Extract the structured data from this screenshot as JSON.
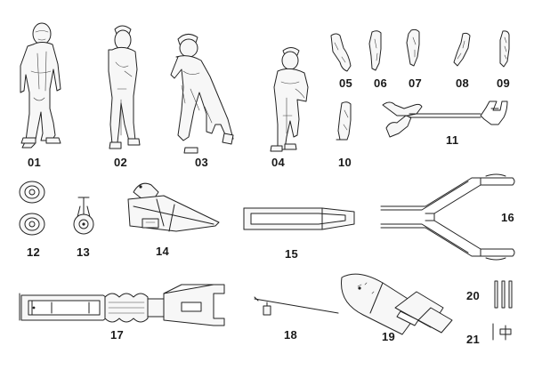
{
  "parts": [
    {
      "id": "01",
      "label": "01",
      "kind": "figure",
      "name": "crew-figure-1"
    },
    {
      "id": "02",
      "label": "02",
      "kind": "figure",
      "name": "crew-figure-2"
    },
    {
      "id": "03",
      "label": "03",
      "kind": "figure",
      "name": "crew-figure-3"
    },
    {
      "id": "04",
      "label": "04",
      "kind": "figure",
      "name": "crew-figure-4"
    },
    {
      "id": "05",
      "label": "05",
      "kind": "arm",
      "name": "arm-part-5"
    },
    {
      "id": "06",
      "label": "06",
      "kind": "arm",
      "name": "arm-part-6"
    },
    {
      "id": "07",
      "label": "07",
      "kind": "arm",
      "name": "arm-part-7"
    },
    {
      "id": "08",
      "label": "08",
      "kind": "arm",
      "name": "arm-part-8"
    },
    {
      "id": "09",
      "label": "09",
      "kind": "arm",
      "name": "arm-part-9"
    },
    {
      "id": "10",
      "label": "10",
      "kind": "arm",
      "name": "arm-part-10"
    },
    {
      "id": "11",
      "label": "11",
      "kind": "handle",
      "name": "tow-bar-with-arms"
    },
    {
      "id": "12",
      "label": "12",
      "kind": "wheels",
      "name": "wheel-pair"
    },
    {
      "id": "13",
      "label": "13",
      "kind": "caster",
      "name": "caster-wheel"
    },
    {
      "id": "14",
      "label": "14",
      "kind": "cart",
      "name": "cart-front-section"
    },
    {
      "id": "15",
      "label": "15",
      "kind": "tray",
      "name": "cart-tray"
    },
    {
      "id": "16",
      "label": "16",
      "kind": "frame",
      "name": "tow-frame"
    },
    {
      "id": "17",
      "label": "17",
      "kind": "chassis",
      "name": "trolley-chassis"
    },
    {
      "id": "18",
      "label": "18",
      "kind": "lever",
      "name": "lever-rod"
    },
    {
      "id": "19",
      "label": "19",
      "kind": "bomb",
      "name": "bomb-body"
    },
    {
      "id": "20",
      "label": "20",
      "kind": "rods",
      "name": "fin-rods"
    },
    {
      "id": "21",
      "label": "21",
      "kind": "fitting",
      "name": "small-fitting"
    }
  ]
}
